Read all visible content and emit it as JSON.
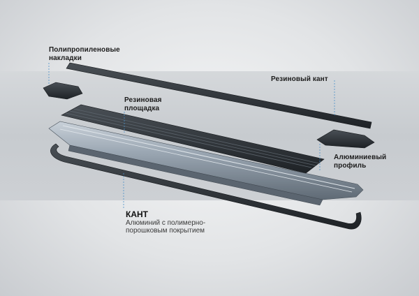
{
  "labels": {
    "overlays": "Полипропиленовые\nнакладки",
    "rubber_edge": "Резиновый кант",
    "rubber_pad": "Резиновая\nплощадка",
    "aluminum_profile": "Алюминиевый\nпрофиль",
    "kant_title": "КАНТ",
    "kant_subtitle": "Алюминий с полимерно-\nпорошковым покрытием"
  },
  "colors": {
    "rubber": "#2b2f33",
    "aluminum": "#8f9aa6",
    "leader": "#4a90c8"
  }
}
